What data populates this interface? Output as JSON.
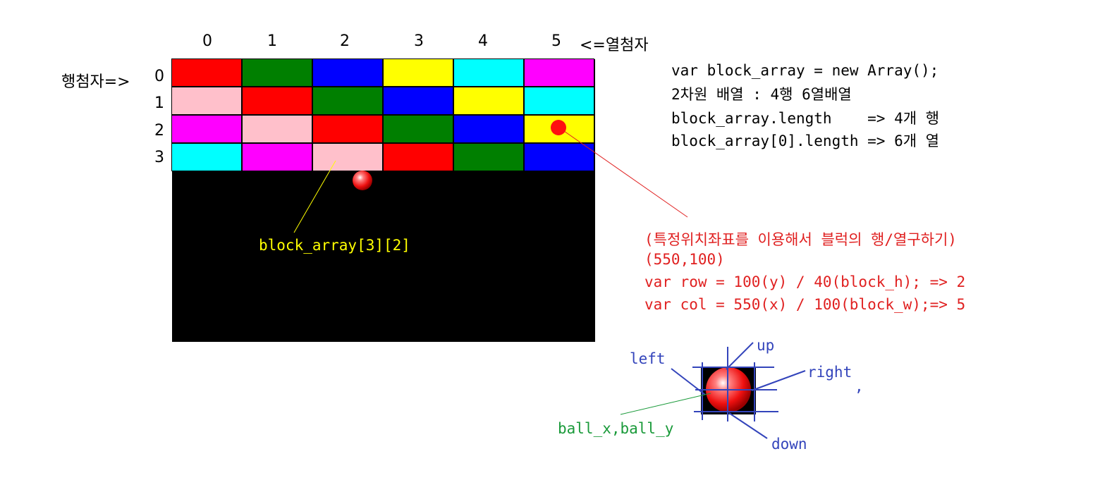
{
  "header": {
    "col_indices": [
      "0",
      "1",
      "2",
      "3",
      "4",
      "5"
    ],
    "col_caption": "<=열첨자",
    "row_caption": "행첨자=>",
    "row_indices": [
      "0",
      "1",
      "2",
      "3"
    ]
  },
  "board": {
    "rows": [
      [
        "#ff0000",
        "#007f00",
        "#0000ff",
        "#ffff00",
        "#00ffff",
        "#ff00ff"
      ],
      [
        "#ffc0cb",
        "#ff0000",
        "#007f00",
        "#0000ff",
        "#ffff00",
        "#00ffff"
      ],
      [
        "#ff00ff",
        "#ffc0cb",
        "#ff0000",
        "#007f00",
        "#0000ff",
        "#ffff00"
      ],
      [
        "#00ffff",
        "#ff00ff",
        "#ffc0cb",
        "#ff0000",
        "#007f00",
        "#0000ff"
      ]
    ],
    "background": "#000000",
    "annotation_label": "block_array[3][2]",
    "annotation_color": "#ffff00"
  },
  "info_black": [
    "var block_array = new Array();",
    "2차원 배열 : 4행 6열배열",
    "block_array.length    => 4개 행",
    "block_array[0].length => 6개 열"
  ],
  "info_red": [
    "(특정위치좌표를 이용해서 블럭의 행/열구하기)",
    "(550,100)",
    "var row = 100(y) / 40(block_h); => 2",
    "var col = 550(x) / 100(block_w);=> 5"
  ],
  "ball_diagram": {
    "left": "left",
    "up": "up",
    "right": "right",
    "down": "down",
    "position": "ball_x,ball_y",
    "dot": ","
  },
  "colors": {
    "red_text": "#e02020",
    "blue_text": "#3344bb",
    "green_text": "#1a9a3a",
    "ball": "#ff2020"
  }
}
